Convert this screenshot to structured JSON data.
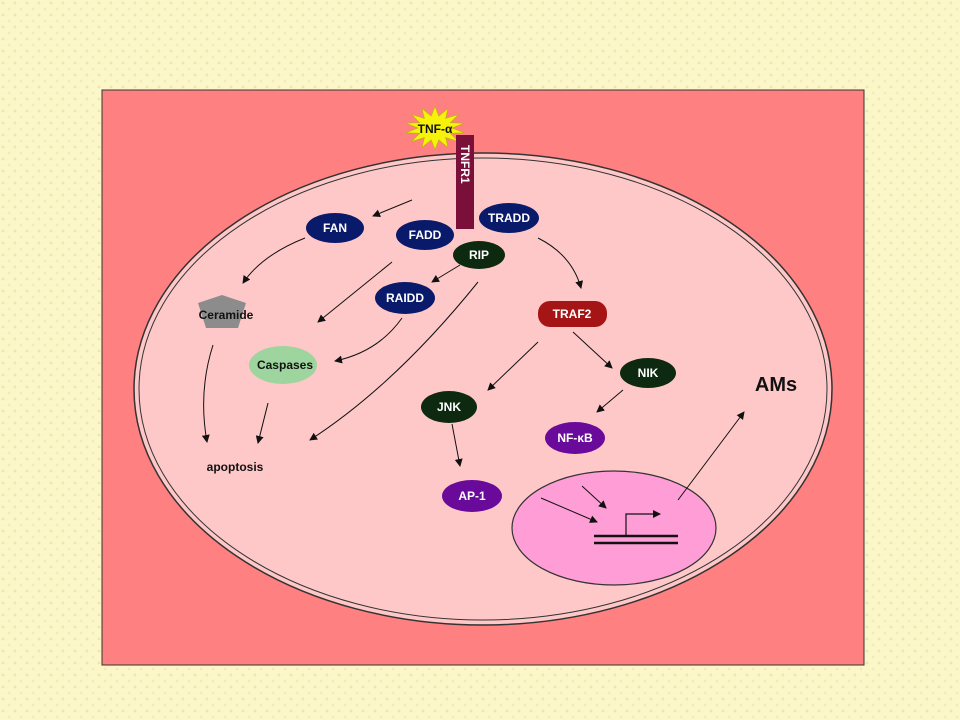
{
  "labels": {
    "tnf": "TNF-",
    "tnf_alpha": "α",
    "tnfr1": "TNFR1",
    "fan": "FAN",
    "fadd": "FADD",
    "tradd": "TRADD",
    "rip": "RIP",
    "raidd": "RAIDD",
    "ceramide": "Ceramide",
    "caspases": "Caspases",
    "traf2": "TRAF2",
    "nik": "NIK",
    "jnk": "JNK",
    "nfkb": "NF-",
    "nfkb_kappa": "κ",
    "nfkb_b": "B",
    "ap1": "AP-1",
    "apoptosis": "apoptosis",
    "ams": "AMs"
  },
  "colors": {
    "page_background": "#fcf7c9",
    "panel": "#ff8080",
    "cell": "#ffc8c8",
    "nucleus": "#ff9ed6",
    "navy_node": "#0a1a6b",
    "dark_green_node": "#0d2a10",
    "purple_node": "#6a0a9a",
    "traf2_node": "#a51515",
    "receptor": "#7a0f3a",
    "tnf_star": "#f6f20b",
    "ceramide": "#8c8c8c",
    "caspases": "#9ed49e"
  }
}
